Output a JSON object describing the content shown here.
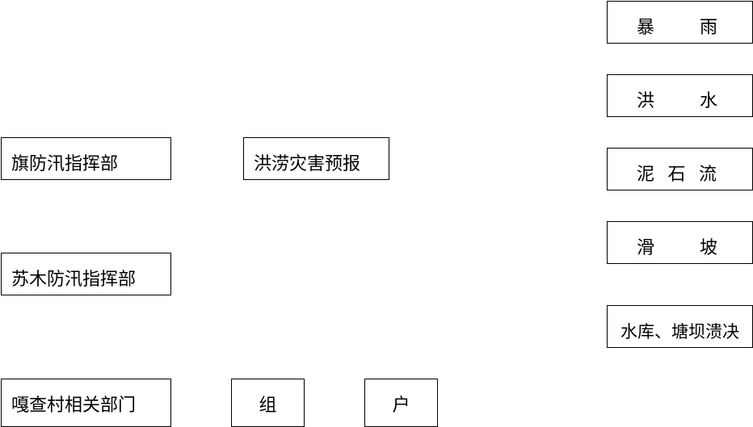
{
  "diagram": {
    "left_column": {
      "banner_hq": "旗防汛指挥部",
      "sumu_hq": "苏木防汛指挥部",
      "village_depts": "嘎查村相关部门"
    },
    "middle": {
      "forecast": "洪涝灾害预报",
      "group": "组",
      "household": "户"
    },
    "hazards": {
      "rain": [
        "暴",
        "雨"
      ],
      "flood": [
        "洪",
        "水"
      ],
      "debris_flow": [
        "泥",
        "石",
        "流"
      ],
      "landslide": [
        "滑",
        "坡"
      ],
      "dam_failure": "水库、塘坝溃决"
    }
  }
}
